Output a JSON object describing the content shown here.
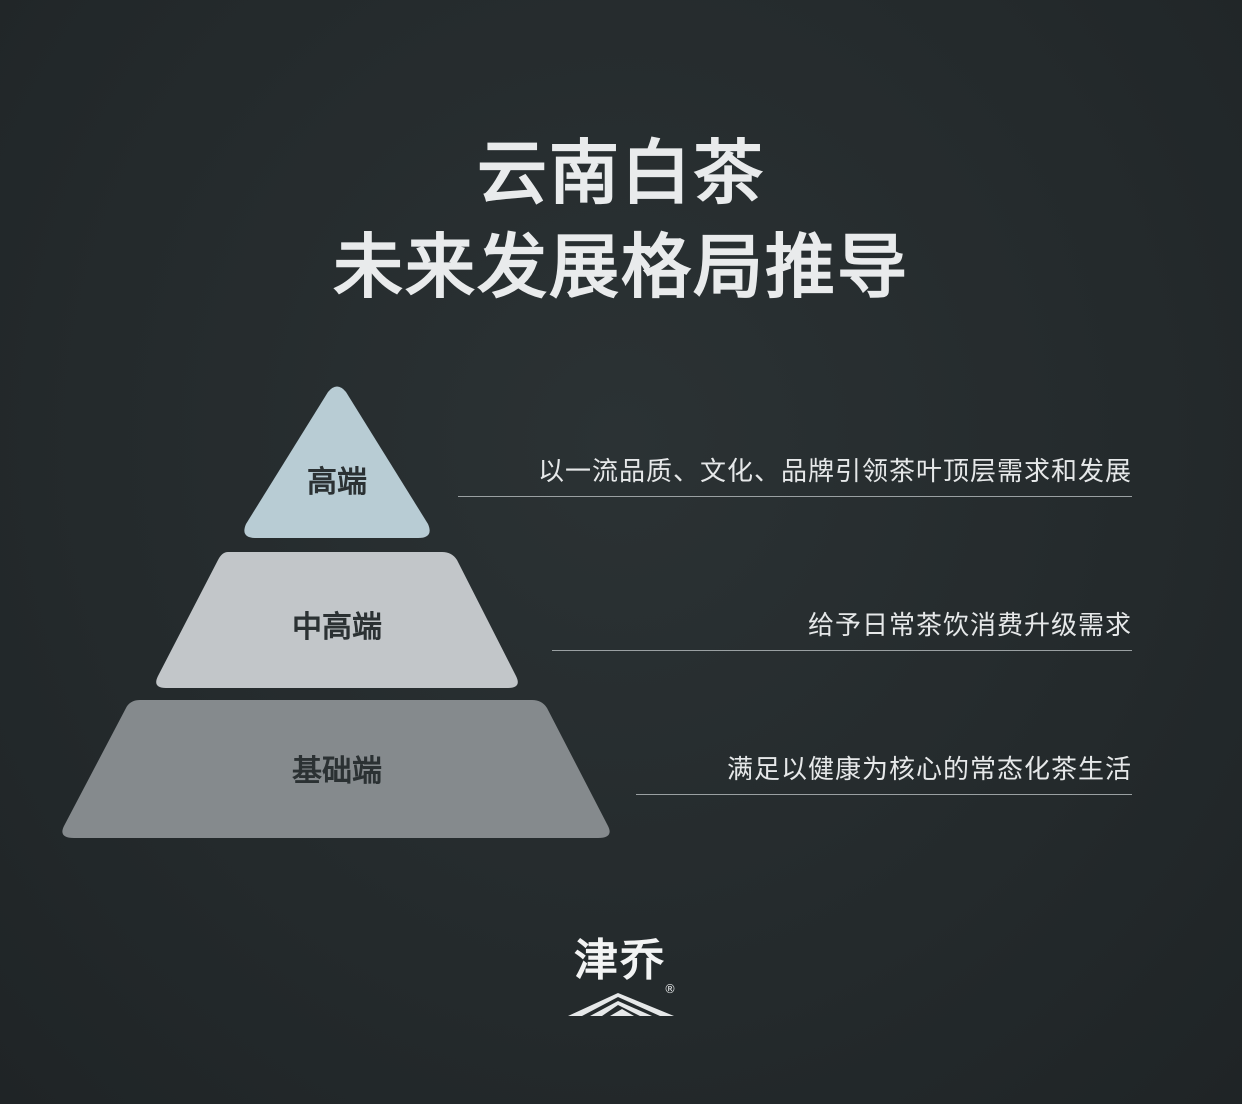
{
  "title": {
    "line1": "云南白茶",
    "line2": "未来发展格局推导"
  },
  "tiers": [
    {
      "label": "高端",
      "description": "以一流品质、文化、品牌引领茶叶顶层需求和发展",
      "color": "#b8ccd4"
    },
    {
      "label": "中高端",
      "description": "给予日常茶饮消费升级需求",
      "color": "#c2c6c9"
    },
    {
      "label": "基础端",
      "description": "满足以健康为核心的常态化茶生活",
      "color": "#858a8d"
    }
  ],
  "logo": {
    "text": "津乔",
    "registered": "®"
  },
  "colors": {
    "background": "#252b2d",
    "text": "#e9ebec"
  }
}
